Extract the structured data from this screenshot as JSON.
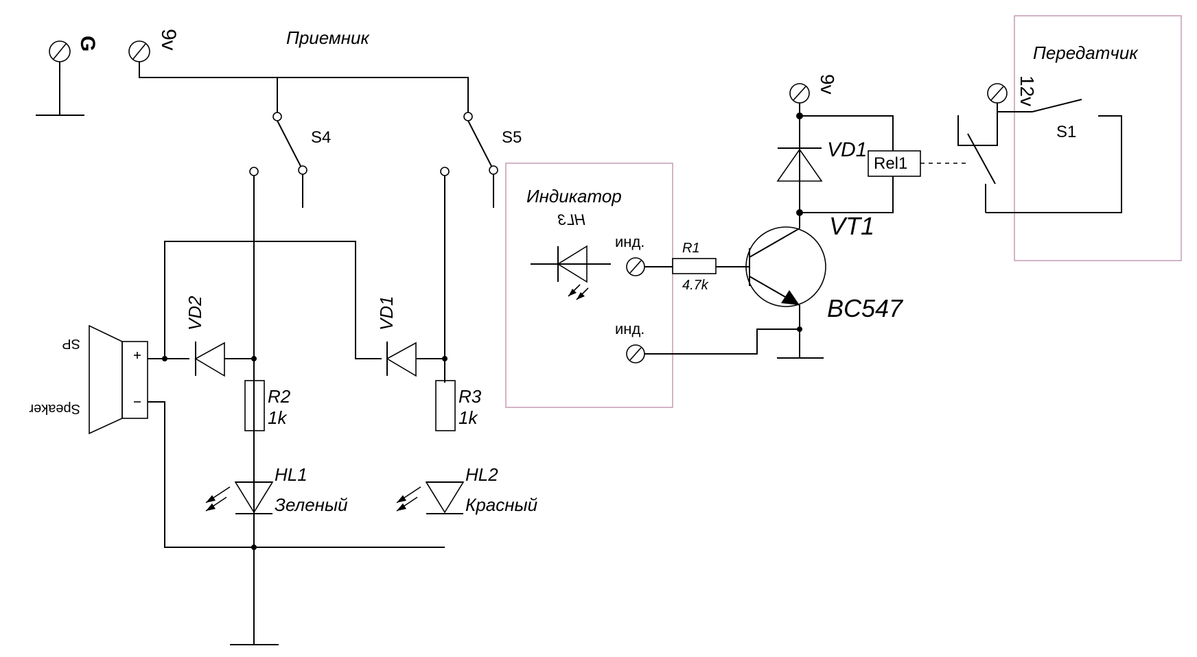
{
  "labels": {
    "g": "G",
    "v9_rx": "9v",
    "receiver": "Приемник",
    "s4": "S4",
    "s5": "S5",
    "indicator": "Индикатор",
    "hl3": "HL3",
    "ind1": "инд.",
    "ind2": "инд.",
    "r1": "R1",
    "r1_val": "4.7k",
    "v9_tx": "9v",
    "vd1_right": "VD1",
    "rel1": "Rel1",
    "vt1": "VT1",
    "bc547": "BC547",
    "transmitter": "Передатчик",
    "v12": "12v",
    "s1": "S1",
    "sp": "SP",
    "speaker": "Speaker",
    "vd2": "VD2",
    "vd1_left": "VD1",
    "r2": "R2",
    "r2_val": "1k",
    "r3": "R3",
    "r3_val": "1k",
    "hl1": "HL1",
    "hl1_color": "Зеленый",
    "hl2": "HL2",
    "hl2_color": "Красный",
    "plus": "+",
    "minus": "−"
  },
  "colors": {
    "line": "#000000",
    "block_border": "#c9a0b8",
    "background": "#ffffff"
  }
}
